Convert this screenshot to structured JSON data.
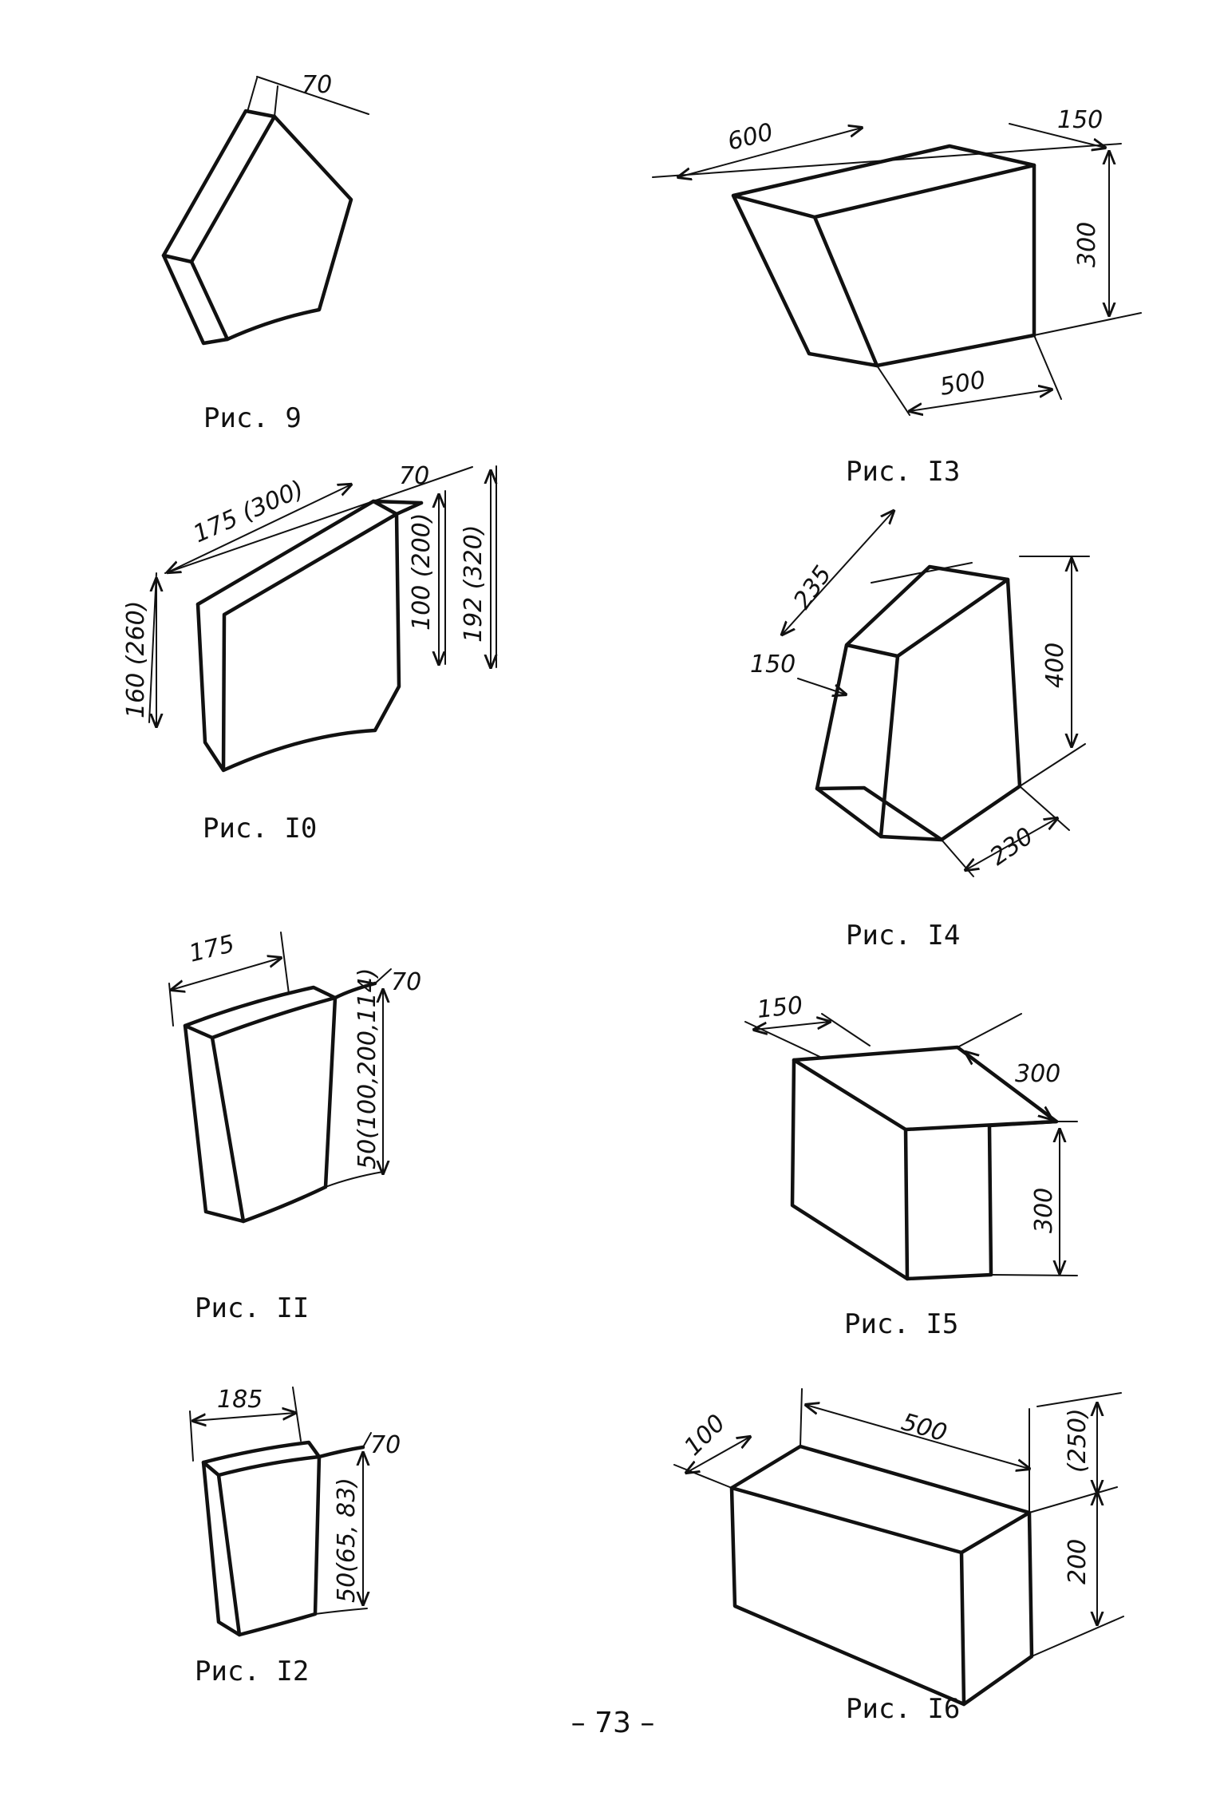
{
  "page_number": "– 73 –",
  "figures": [
    {
      "id": "9",
      "caption": "Рис. 9",
      "dims": [
        "70"
      ]
    },
    {
      "id": "10",
      "caption": "Рис. I0",
      "dims": [
        "175 (300)",
        "70",
        "160 (260)",
        "100 (200)",
        "192 (320)"
      ]
    },
    {
      "id": "11",
      "caption": "Рис. II",
      "dims": [
        "175",
        "70",
        "50(100,200,114)"
      ]
    },
    {
      "id": "12",
      "caption": "Рис. I2",
      "dims": [
        "185",
        "70",
        "50(65, 83)"
      ]
    },
    {
      "id": "13",
      "caption": "Рис. I3",
      "dims": [
        "600",
        "150",
        "300",
        "500"
      ]
    },
    {
      "id": "14",
      "caption": "Рис. I4",
      "dims": [
        "235",
        "150",
        "400",
        "230"
      ]
    },
    {
      "id": "15",
      "caption": "Рис. I5",
      "dims": [
        "150",
        "300",
        "300"
      ]
    },
    {
      "id": "16",
      "caption": "Рис. I6",
      "dims": [
        "100",
        "500",
        "(250)",
        "200"
      ]
    }
  ]
}
